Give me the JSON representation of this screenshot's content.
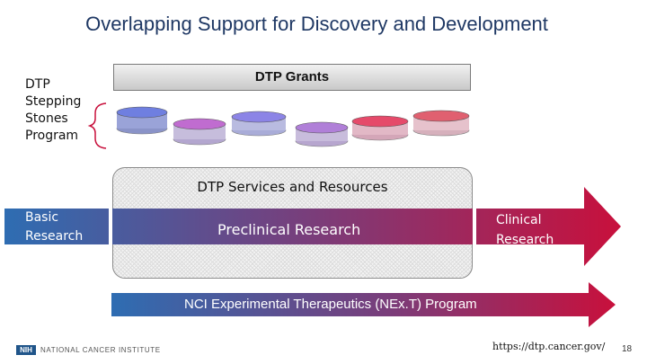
{
  "title": "Overlapping Support for Discovery and Development",
  "stepping_stones": {
    "lines": [
      "DTP",
      "Stepping",
      "Stones",
      "Program"
    ]
  },
  "grants": {
    "label": "DTP Grants"
  },
  "services": {
    "label": "DTP Services and Resources"
  },
  "pipeline": {
    "basic": [
      "Basic",
      "Research"
    ],
    "preclinical": "Preclinical Research",
    "clinical": [
      "Clinical",
      "Research"
    ]
  },
  "next_program": {
    "label": "NCI Experimental Therapeutics (NEx.T) Program"
  },
  "footer": {
    "logo_mark": "NIH",
    "institute": "NATIONAL CANCER INSTITUTE",
    "url": "https://dtp.cancer.gov/",
    "page_number": "18"
  },
  "colors": {
    "title": "#1f3864",
    "gradient_start": "#2e6db2",
    "gradient_mid": "#7a3d7a",
    "gradient_end": "#c8103c",
    "disc_colors": [
      "#6f7fe0",
      "#c06cd0",
      "#8c84e6",
      "#b07fd8",
      "#e54a6a",
      "#e06070"
    ]
  }
}
